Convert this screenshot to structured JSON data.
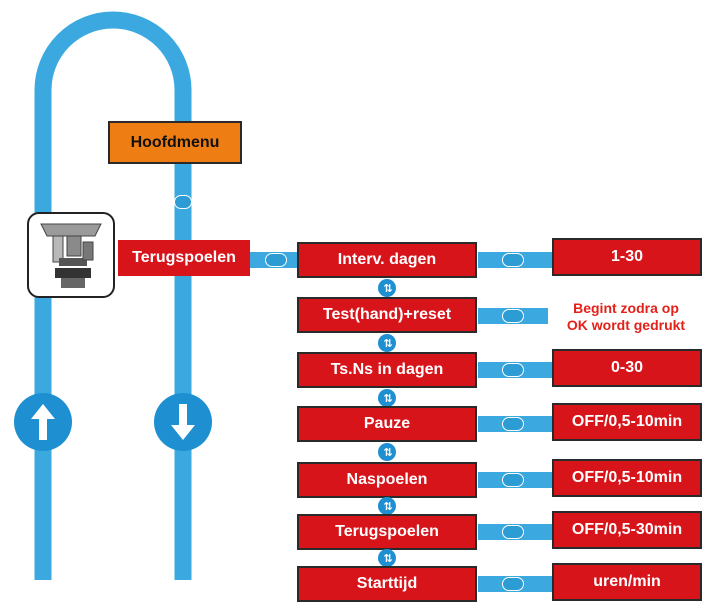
{
  "menu": {
    "title": "Hoofdmenu"
  },
  "main": {
    "label": "Terugspoelen"
  },
  "rows": [
    {
      "label": "Interv. dagen",
      "value": "1-30"
    },
    {
      "label": "Test(hand)+reset",
      "note_lines": [
        "Begint zodra op",
        "OK wordt gedrukt"
      ]
    },
    {
      "label": "Ts.Ns in dagen",
      "value": "0-30"
    },
    {
      "label": "Pauze",
      "value": "OFF/0,5-10min"
    },
    {
      "label": "Naspoelen",
      "value": "OFF/0,5-10min"
    },
    {
      "label": "Terugspoelen",
      "value": "OFF/0,5-30min"
    },
    {
      "label": "Starttijd",
      "value": "uren/min"
    }
  ],
  "colors": {
    "pipe": "#3ba9e0",
    "button_red": "#d8141b",
    "button_orange": "#ee7d14",
    "note_red": "#e32119"
  },
  "icons": {
    "up_arrow": "arrow-up-icon",
    "down_arrow": "arrow-down-icon",
    "updown": "updown-arrows-icon",
    "ok": "ok-button-icon",
    "device": "filter-valve-icon"
  }
}
